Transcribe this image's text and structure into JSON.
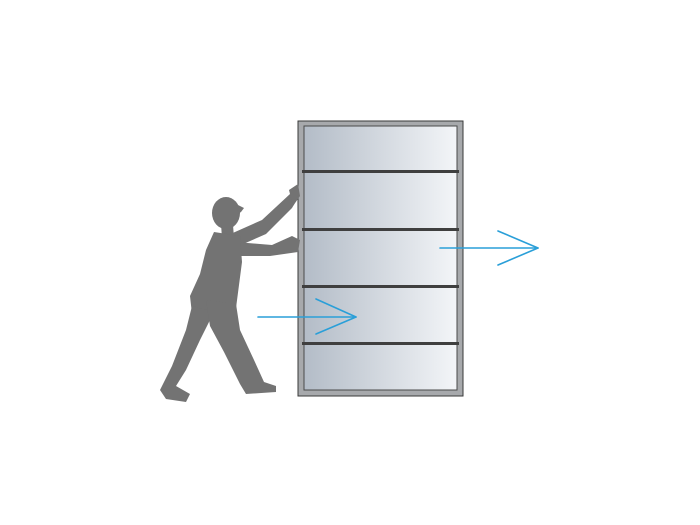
{
  "scene": {
    "subject": "person-pushing-shelf",
    "shelf": {
      "shelf_count": 5
    },
    "arrows": [
      {
        "name": "push-force-arrow",
        "direction": "right"
      },
      {
        "name": "motion-arrow",
        "direction": "right"
      }
    ]
  },
  "colors": {
    "background": "#ffffff",
    "person": "#737373",
    "frame_outer": "#a7a9ac",
    "frame_edge": "#3a3a3a",
    "shelf_board": "#3f3f3f",
    "panel_left": "#b3bcc7",
    "panel_right": "#f3f5f8",
    "arrow": "#2a9fd8"
  }
}
